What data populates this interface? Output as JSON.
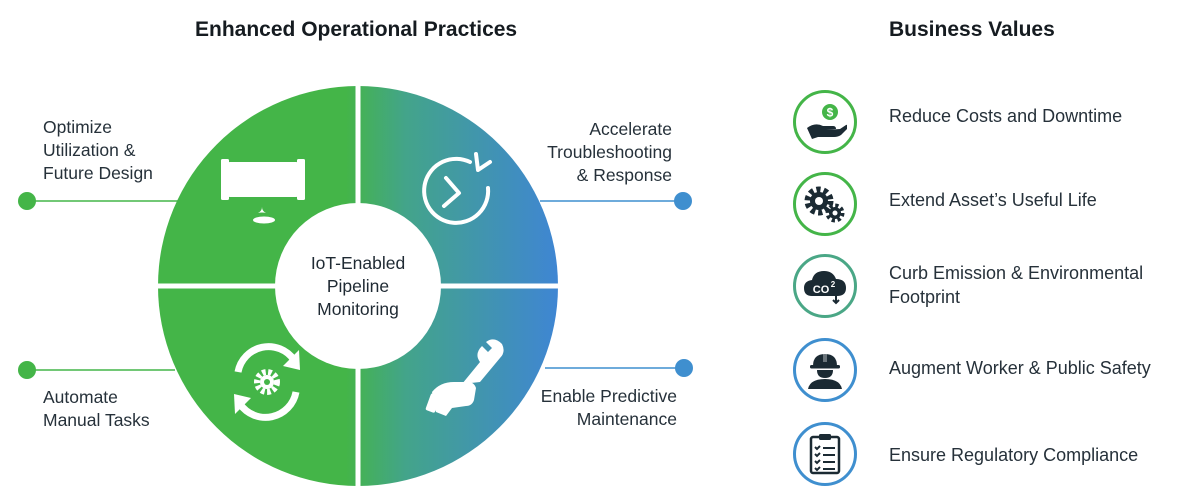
{
  "left_section": {
    "title": "Enhanced Operational Practices"
  },
  "right_section": {
    "title": "Business Values"
  },
  "center": {
    "lines": [
      "IoT-Enabled",
      "Pipeline",
      "Monitoring"
    ]
  },
  "quadrants": [
    {
      "lines": [
        "Optimize",
        "Utilization &",
        "Future Design"
      ],
      "icon": "pipeline-leak-icon"
    },
    {
      "lines": [
        "Accelerate",
        "Troubleshooting",
        "& Response"
      ],
      "icon": "clock-refresh-icon"
    },
    {
      "lines": [
        "Automate",
        "Manual Tasks"
      ],
      "icon": "gear-cycle-icon"
    },
    {
      "lines": [
        "Enable Predictive",
        "Maintenance"
      ],
      "icon": "wrench-hand-icon"
    }
  ],
  "values": [
    {
      "lines": [
        "Reduce Costs and Downtime"
      ],
      "icon": "hand-dollar-icon"
    },
    {
      "lines": [
        "Extend Asset’s Useful Life"
      ],
      "icon": "gears-icon"
    },
    {
      "lines": [
        "Curb Emission & Environmental",
        "Footprint"
      ],
      "icon": "co2-cloud-icon"
    },
    {
      "lines": [
        "Augment Worker & Public Safety"
      ],
      "icon": "worker-helmet-icon"
    },
    {
      "lines": [
        "Ensure Regulatory Compliance"
      ],
      "icon": "clipboard-checklist-icon"
    }
  ],
  "colors": {
    "green": "#44b548",
    "blue": "#3f8fcf",
    "text": "#26313a",
    "dark_icon": "#1b2a33"
  }
}
